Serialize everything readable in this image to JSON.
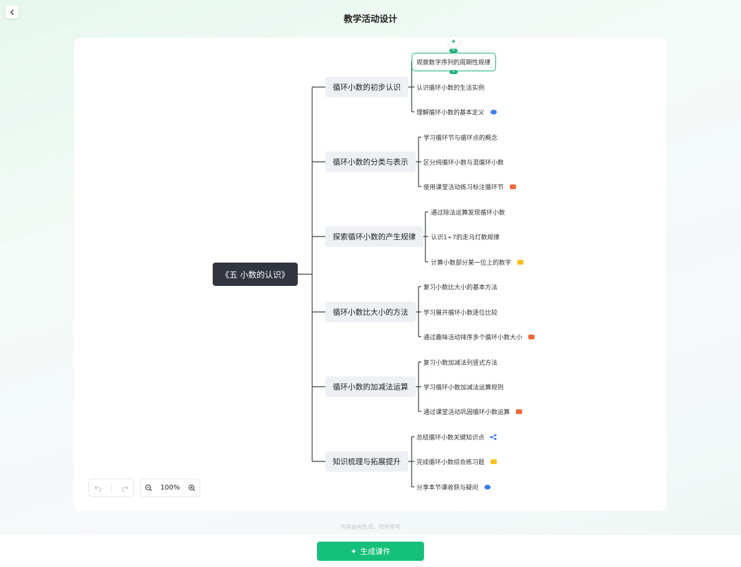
{
  "header": {
    "title": "教学活动设计"
  },
  "mindmap": {
    "root": "《五 小数的认识》",
    "branches": [
      {
        "label": "循环小数的初步认识",
        "children": [
          {
            "text": "观察数字序列的周期性规律",
            "tag": ""
          },
          {
            "text": "认识循环小数的生活实例",
            "tag": ""
          },
          {
            "text": "理解循环小数的基本定义",
            "tag": "chat-icon"
          }
        ]
      },
      {
        "label": "循环小数的分类与表示",
        "children": [
          {
            "text": "学习循环节与循环点的概念",
            "tag": ""
          },
          {
            "text": "区分纯循环小数与混循环小数",
            "tag": ""
          },
          {
            "text": "使用课堂活动练习标注循环节",
            "tag": "book-icon"
          }
        ]
      },
      {
        "label": "探索循环小数的产生规律",
        "children": [
          {
            "text": "通过除法运算发现循环小数",
            "tag": ""
          },
          {
            "text": "认识1÷7的走马灯数规律",
            "tag": ""
          },
          {
            "text": "计算小数部分某一位上的数字",
            "tag": "note-icon"
          }
        ]
      },
      {
        "label": "循环小数比大小的方法",
        "children": [
          {
            "text": "复习小数比大小的基本方法",
            "tag": ""
          },
          {
            "text": "学习展开循环小数逐位比较",
            "tag": ""
          },
          {
            "text": "通过趣味活动排序多个循环小数大小",
            "tag": "book-icon"
          }
        ]
      },
      {
        "label": "循环小数的加减法运算",
        "children": [
          {
            "text": "复习小数加减法列竖式方法",
            "tag": ""
          },
          {
            "text": "学习循环小数加减法运算规则",
            "tag": ""
          },
          {
            "text": "通过课堂活动巩固循环小数运算",
            "tag": "book-icon"
          }
        ]
      },
      {
        "label": "知识梳理与拓展提升",
        "children": [
          {
            "text": "总结循环小数关键知识点",
            "tag": "share-icon"
          },
          {
            "text": "完成循环小数综合练习题",
            "tag": "note-icon"
          },
          {
            "text": "分享本节课收获与疑问",
            "tag": "chat-icon"
          }
        ]
      }
    ]
  },
  "toolbar": {
    "zoom": "100%"
  },
  "disclaimer": "内容由AI生成，仅供参考",
  "footer": {
    "generate_label": "生成课件"
  },
  "colors": {
    "accent": "#14c07a",
    "root_bg": "#30353f",
    "branch_bg": "#eef0f4"
  }
}
